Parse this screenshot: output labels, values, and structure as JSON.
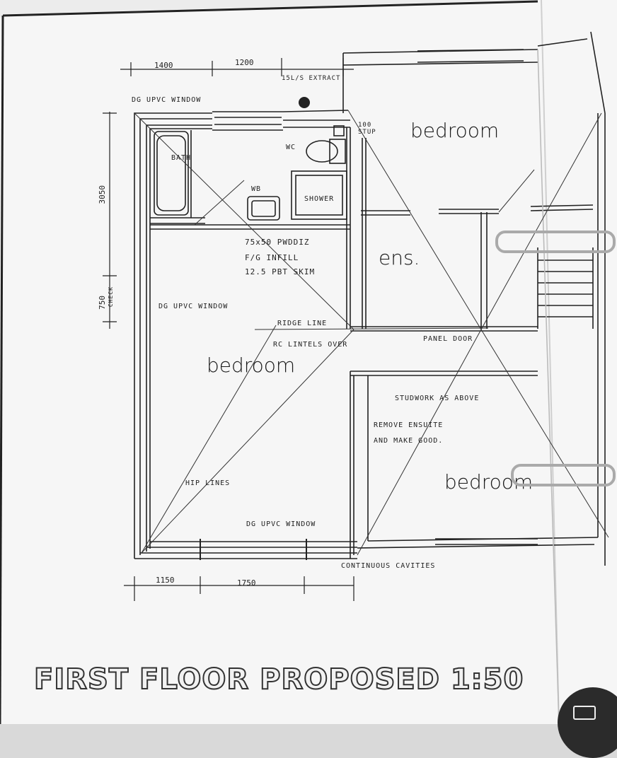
{
  "drawing": {
    "title": "FIRST FLOOR PROPOSED 1:50",
    "dimensions": {
      "top_a": "1400",
      "top_b": "1200",
      "left_a": "3050",
      "left_b": "750",
      "left_b2": "CHECK",
      "bottom_a": "1150",
      "bottom_b": "1750"
    },
    "rooms": {
      "bedroom_main": "bedroom",
      "bedroom_top_right": "bedroom",
      "bedroom_bottom_right": "bedroom",
      "ensuite": "ens."
    },
    "annotations": {
      "extract": "15L/S EXTRACT",
      "window_top": "DG UPVC WINDOW",
      "stup": "100 STUP",
      "bath": "BATH",
      "wc": "WC",
      "wb": "WB",
      "shower": "SHOWER",
      "partition_1": "75x50 PWDDIZ",
      "partition_2": "F/G INFILL",
      "partition_3": "12.5 PBT SKIM",
      "window_left": "DG UPVC WINDOW",
      "ridge_line": "RIDGE LINE",
      "rc_lintels": "RC LINTELS OVER",
      "panel_door": "PANEL DOOR",
      "studwork": "STUDWORK AS ABOVE",
      "remove_1": "REMOVE ENSUITE",
      "remove_2": "AND MAKE GOOD.",
      "hip_lines": "HIP LINES",
      "window_bottom": "DG UPVC WINDOW",
      "cavities": "CONTINUOUS CAVITIES"
    }
  }
}
